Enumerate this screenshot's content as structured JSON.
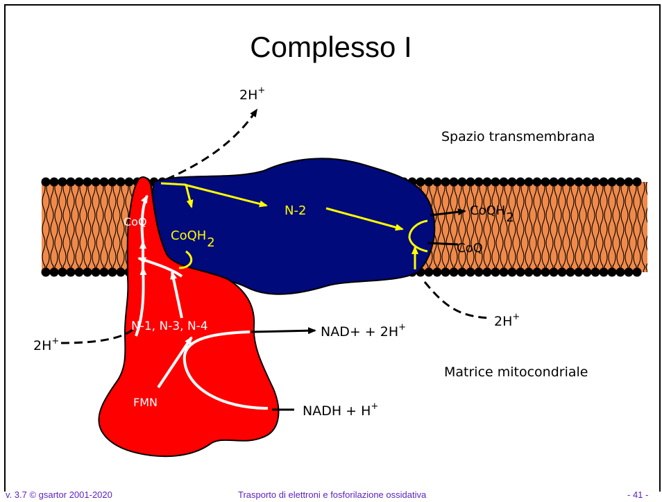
{
  "title": "Complesso I",
  "regions": {
    "intermembrane": "Spazio transmembrana",
    "matrix": "Matrice mitocondriale"
  },
  "labels": {
    "h_top_base": "2H",
    "h_top_sup": "+",
    "h_left_base": "2H",
    "h_left_sup": "+",
    "h_right_base": "2H",
    "h_right_sup": "+",
    "nad_base": "NAD+ + 2H",
    "nad_sup": "+",
    "nadh_base": "NADH + H",
    "nadh_sup": "+",
    "fmn": "FMN",
    "n134": "N-1, N-3, N-4",
    "coq_red": "CoQ",
    "coqh2_blue_base": "CoQH",
    "coqh2_blue_sub": "2",
    "n2": "N-2",
    "coqh2_out_base": "CoQH",
    "coqh2_out_sub": "2",
    "coq_out": "CoQ"
  },
  "colors": {
    "membrane": "#f08a4b",
    "red_subunit": "#ff0000",
    "blue_subunit": "#000a7a",
    "electron_arrow": "#ffff00",
    "footer_text": "#5a1fbf"
  },
  "footer": {
    "left": "v. 3.7 © gsartor 2001-2020",
    "center": "Trasporto di elettroni e fosforilazione ossidativa",
    "right": "- 41 -"
  }
}
